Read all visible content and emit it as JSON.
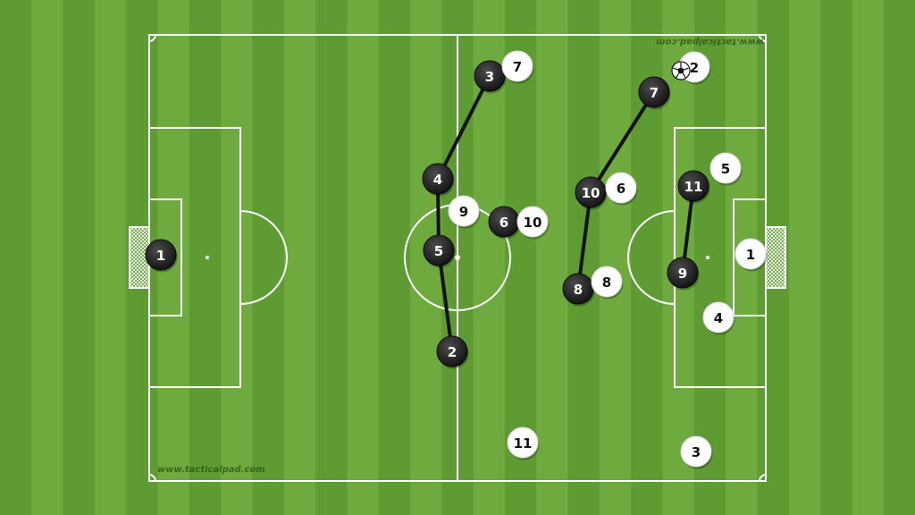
{
  "watermark": {
    "top": "www.tacticalpad.com",
    "bottom": "www.tacticalpad.com"
  },
  "colors": {
    "grass_dark": "#5e9b33",
    "grass_light": "#6faa3f",
    "line": "#ffffff",
    "black_team": "#111111",
    "white_team": "#ffffff",
    "link": "#111111"
  },
  "teams": {
    "black": {
      "numbers": [
        "1",
        "2",
        "3",
        "4",
        "5",
        "6",
        "7",
        "8",
        "9",
        "10",
        "11"
      ]
    },
    "white": {
      "numbers": [
        "1",
        "2",
        "3",
        "4",
        "5",
        "6",
        "7",
        "8",
        "9",
        "10",
        "11"
      ]
    }
  },
  "ball": {
    "icon": "soccer-ball-icon"
  }
}
